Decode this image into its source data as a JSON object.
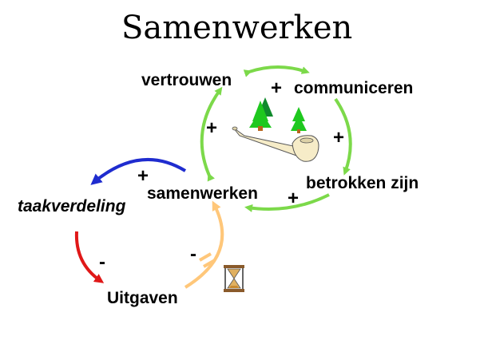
{
  "diagram": {
    "title": "Samenwerken",
    "nodes": {
      "vertrouwen": "vertrouwen",
      "communiceren": "communiceren",
      "betrokken": "betrokken zijn",
      "samenwerken": "samenwerken",
      "taakverdeling": "taakverdeling",
      "uitgaven": "Uitgaven"
    },
    "signs": {
      "vertrouwen_communiceren": "+",
      "communiceren_betrokken": "+",
      "betrokken_samenwerken": "+",
      "samenwerken_vertrouwen": "+",
      "samenwerken_taakverdeling": "+",
      "taakverdeling_uitgaven": "-",
      "uitgaven_samenwerken": "-"
    },
    "colors": {
      "loop_green": "#7cd94a",
      "blue_arrow": "#1f2ccf",
      "red_arrow": "#e01818",
      "delay_arrow": "#ffc77a",
      "tree_green": "#1ec81e",
      "trunk": "#b8641c"
    },
    "icons": [
      "pine-trees-icon",
      "peace-pipe-icon",
      "hourglass-icon"
    ]
  }
}
